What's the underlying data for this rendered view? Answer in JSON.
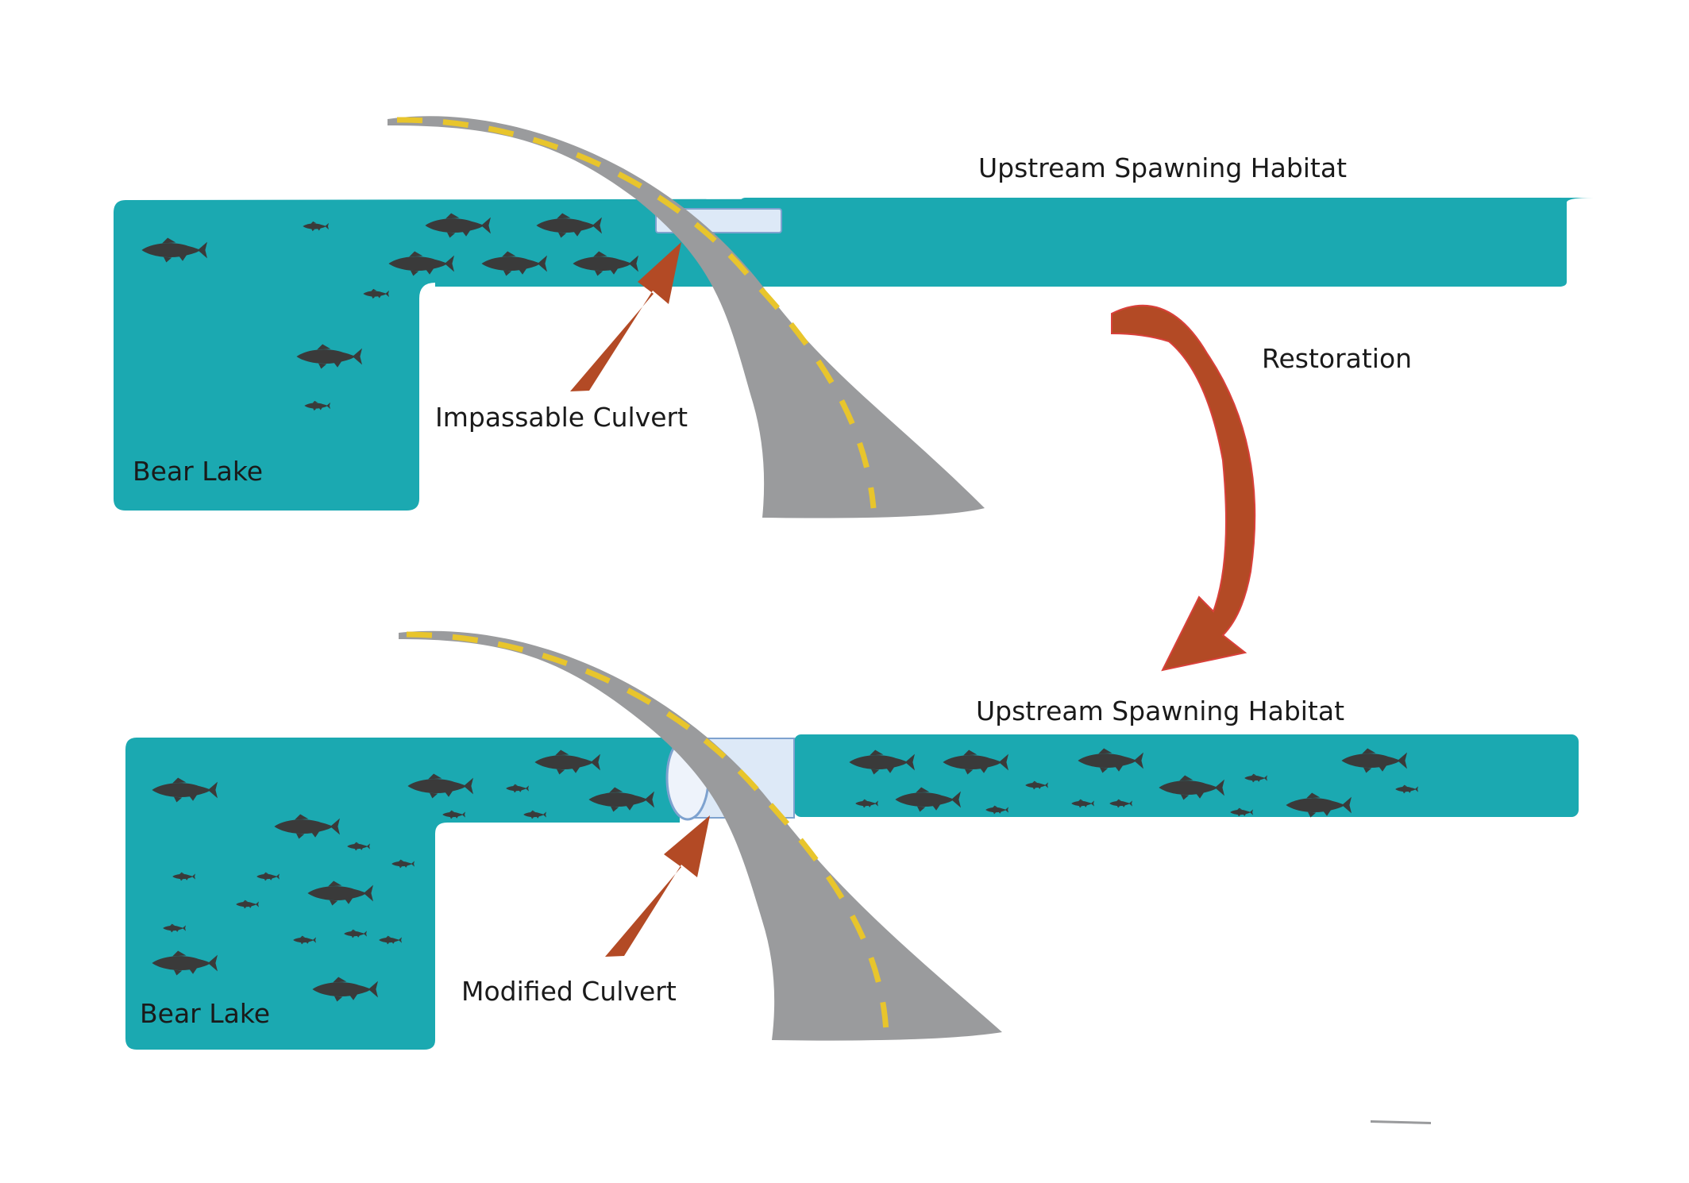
{
  "colors": {
    "water": "#1ba9b1",
    "fish": "#3a3a3a",
    "road": "#9a9b9d",
    "road_stripe": "#e8c52c",
    "arrow": "#b34a25",
    "culvert": "#dde9f7",
    "culvert_edge": "#7ea2cf"
  },
  "top_panel": {
    "lake_label": "Bear Lake",
    "habitat_label": "Upstream Spawning Habitat",
    "culvert_label": "Impassable Culvert"
  },
  "restoration_label": "Restoration",
  "bottom_panel": {
    "lake_label": "Bear Lake",
    "habitat_label": "Upstream Spawning Habitat",
    "culvert_label": "Modified Culvert"
  }
}
